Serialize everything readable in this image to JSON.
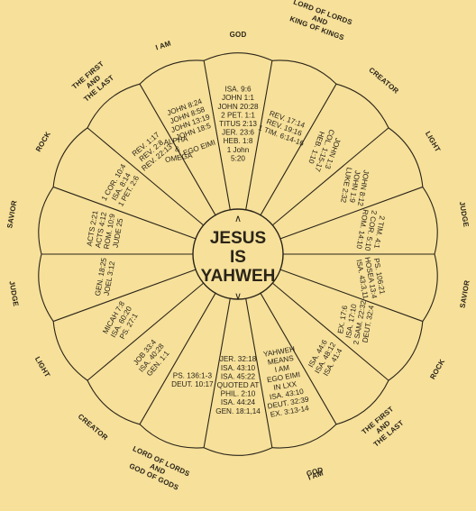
{
  "colors": {
    "background": "#f6e09a",
    "ink": "#2a2418"
  },
  "center": {
    "lines": [
      "JESUS",
      "IS",
      "YAHWEH"
    ],
    "top_mark": "∧",
    "bottom_mark": "∨"
  },
  "segments": [
    {
      "id": "god-top",
      "label": [
        "GOD"
      ],
      "refs": [
        "ISA. 9:6",
        "JOHN 1:1",
        "JOHN 20:28",
        "2 PET. 1:1",
        "TITUS 2:13",
        "JER. 23:6",
        "HEB. 1:8",
        "1 John",
        "5:20"
      ]
    },
    {
      "id": "lord-of-lords-top",
      "label": [
        "LORD OF LORDS",
        "AND",
        "KING OF KINGS"
      ],
      "refs": [
        "REV. 17:14",
        "REV. 19:16",
        "1 TIM. 6:14-16"
      ]
    },
    {
      "id": "creator-right",
      "label": [
        "CREATOR"
      ],
      "refs": [
        "JOHN 1:3",
        "COL. 1:15-17",
        "HEB. 1:10"
      ]
    },
    {
      "id": "light-right",
      "label": [
        "LIGHT"
      ],
      "refs": [
        "JOHN 8:12",
        "JOHN 1:9",
        "LUKE 2:32"
      ]
    },
    {
      "id": "judge-right",
      "label": [
        "JUDGE"
      ],
      "refs": [
        "2 TIM. 4:1",
        "2 COR. 5:10",
        "ROM. 14:10"
      ]
    },
    {
      "id": "savior-right",
      "label": [
        "SAVIOR"
      ],
      "refs": [
        "PS. 106:21",
        "HOSEA 13:4",
        "ISA. 43:3,11"
      ]
    },
    {
      "id": "rock-right",
      "label": [
        "ROCK"
      ],
      "refs": [
        "EX. 17:6",
        "ISA. 17:10",
        "2 SAM. 22:32",
        "DEUT. 32:4"
      ]
    },
    {
      "id": "first-last-right",
      "label": [
        "THE FIRST",
        "AND",
        "THE LAST"
      ],
      "refs": [
        "ISA. 44:6",
        "ISA. 48:12",
        "ISA. 41:4"
      ]
    },
    {
      "id": "i-am-bottom",
      "label": [
        "I AM"
      ],
      "refs": [
        "YAHWEH",
        "MEANS",
        "I AM",
        "EGO EIMI",
        "IN LXX",
        "ISA. 43:10",
        "DEUT. 32:39",
        "EX. 3:13-14"
      ]
    },
    {
      "id": "god-bottom",
      "label": [
        "GOD"
      ],
      "refs": [
        "JER. 32:18",
        "ISA. 43:10",
        "ISA. 45:22",
        "QUOTED AT",
        "PHIL. 2:10",
        "ISA. 44:24",
        "GEN. 18:1,14"
      ]
    },
    {
      "id": "lord-of-lords-bottom",
      "label": [
        "LORD OF LORDS",
        "AND",
        "GOD OF GODS"
      ],
      "refs": [
        "PS. 136:1-3",
        "DEUT. 10:17"
      ]
    },
    {
      "id": "creator-left",
      "label": [
        "CREATOR"
      ],
      "refs": [
        "JOB 33:4",
        "ISA. 40:28",
        "GEN. 1:1"
      ]
    },
    {
      "id": "light-left",
      "label": [
        "LIGHT"
      ],
      "refs": [
        "MICAH 7:8",
        "ISA. 60:20",
        "PS. 27:1"
      ]
    },
    {
      "id": "judge-left",
      "label": [
        "JUDGE"
      ],
      "refs": [
        "GEN. 18:25",
        "JOEL 3:12"
      ]
    },
    {
      "id": "savior-left",
      "label": [
        "SAVIOR"
      ],
      "refs": [
        "ACTS 2:21",
        "ACTS 4:12",
        "ROM. 10:9",
        "JUDE 25"
      ]
    },
    {
      "id": "rock-left",
      "label": [
        "ROCK"
      ],
      "refs": [
        "1 COR. 10:4",
        "ISA. 8:14",
        "1 PET. 2:6"
      ]
    },
    {
      "id": "first-last-left",
      "label": [
        "THE FIRST",
        "AND",
        "THE LAST"
      ],
      "refs": [
        "REV. 1:17",
        "REV. 2:8",
        "REV. 22:13"
      ]
    },
    {
      "id": "i-am-top",
      "label": [
        "I AM"
      ],
      "refs": [
        "JOHN 8:24",
        "JOHN 8:58",
        "JOHN 13:19",
        "JOHN 18:5",
        "",
        "EGO EIMI"
      ]
    },
    {
      "id": "alpha-omega",
      "label": [],
      "refs": [
        "ALPHA",
        "&",
        "OMEGA"
      ]
    }
  ]
}
